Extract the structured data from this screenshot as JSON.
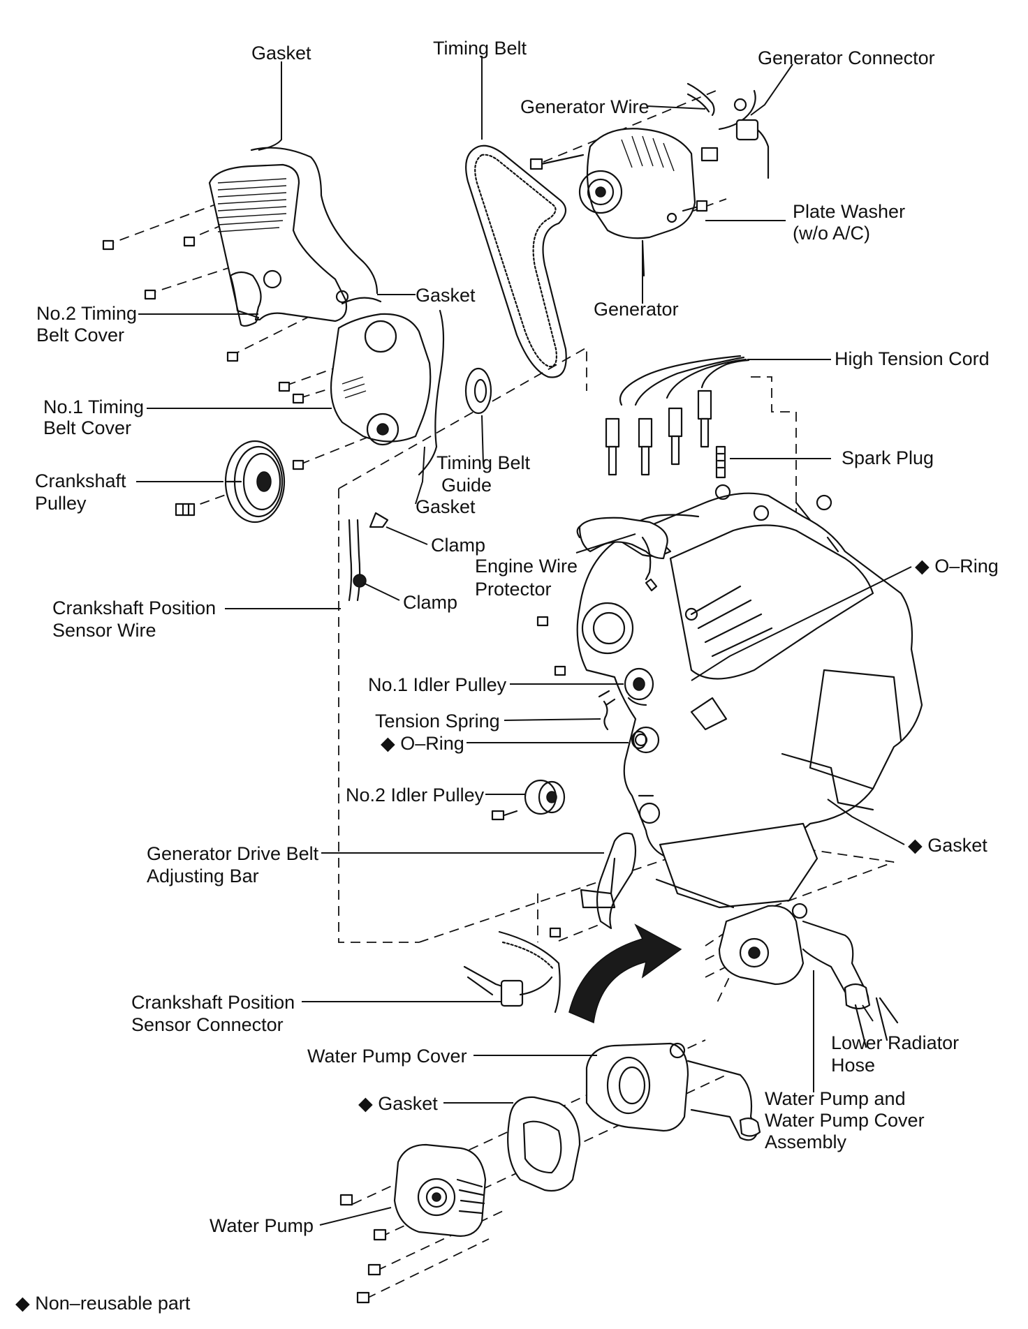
{
  "labels": {
    "gasket_top": "Gasket",
    "timing_belt": "Timing Belt",
    "generator_connector": "Generator Connector",
    "generator_wire": "Generator Wire",
    "plate_washer_1": "Plate Washer",
    "plate_washer_2": "(w/o A/C)",
    "generator": "Generator",
    "gasket_mid": "Gasket",
    "no2_cover_1": "No.2 Timing",
    "no2_cover_2": "Belt Cover",
    "high_tension_cord": "High Tension Cord",
    "no1_cover_1": "No.1 Timing",
    "no1_cover_2": "Belt Cover",
    "guide_1": "Timing Belt",
    "guide_2": "Guide",
    "spark_plug": "Spark Plug",
    "crank_pulley_1": "Crankshaft",
    "crank_pulley_2": "Pulley",
    "gasket_low": "Gasket",
    "clamp_1": "Clamp",
    "engine_wire_1": "Engine Wire",
    "engine_wire_2": "Protector",
    "oring_right": "◆ O–Ring",
    "clamp_2": "Clamp",
    "ckp_wire_1": "Crankshaft Position",
    "ckp_wire_2": "Sensor Wire",
    "no1_idler": "No.1 Idler Pulley",
    "tension_spring": "Tension Spring",
    "oring_left": "◆ O–Ring",
    "no2_idler": "No.2 Idler Pulley",
    "gasket_right": "◆ Gasket",
    "adj_bar_1": "Generator Drive Belt",
    "adj_bar_2": "Adjusting Bar",
    "ckp_conn_1": "Crankshaft Position",
    "ckp_conn_2": "Sensor Connector",
    "lower_hose_1": "Lower Radiator",
    "lower_hose_2": "Hose",
    "wp_cover": "Water Pump Cover",
    "gasket_wp": "◆ Gasket",
    "wp_assy_1": "Water Pump and",
    "wp_assy_2": "Water Pump Cover",
    "wp_assy_3": "Assembly",
    "water_pump": "Water Pump"
  },
  "legend": {
    "note": "◆ Non–reusable part"
  }
}
